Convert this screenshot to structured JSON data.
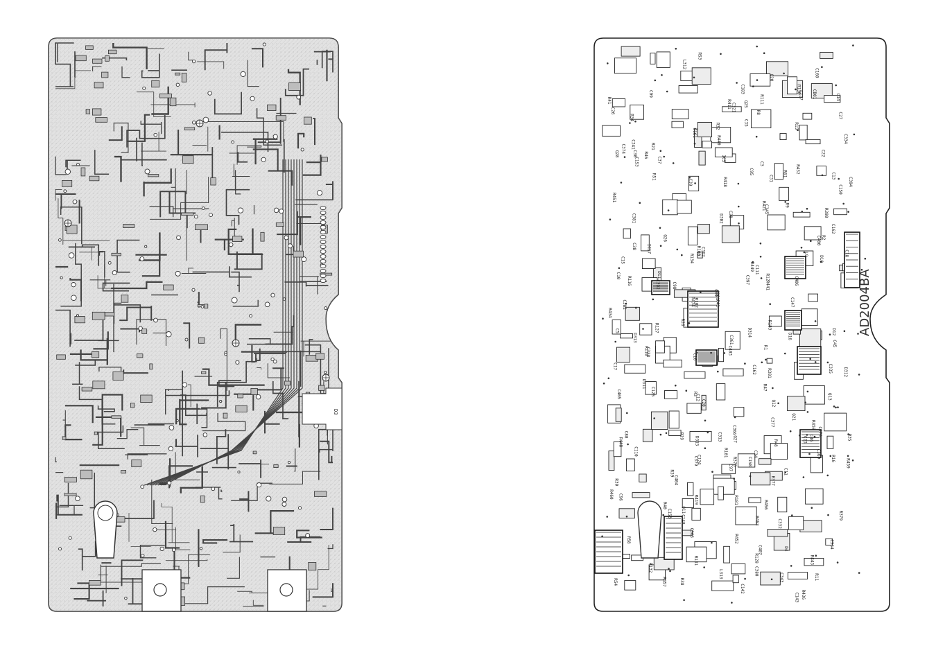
{
  "boards": {
    "copper_side": {
      "marker_label": "D3"
    },
    "component_side": {
      "board_code": "AD2004BA",
      "component_labels": [
        "C332",
        "C341",
        "C343",
        "R443",
        "C334",
        "C335",
        "C321",
        "IC17",
        "C22",
        "C88",
        "C26",
        "C27",
        "CB01",
        "C369",
        "C313",
        "C338",
        "C17",
        "R9",
        "R102",
        "R11",
        "C30",
        "R15",
        "C31",
        "R16",
        "D4",
        "C23",
        "C28",
        "C35",
        "C34",
        "R21",
        "R8",
        "C20",
        "R19",
        "C37",
        "C97",
        "R51",
        "R48",
        "C98",
        "C99",
        "R53",
        "R54",
        "C162",
        "C111",
        "C110",
        "C127",
        "R61",
        "C160",
        "R58",
        "C96",
        "C95",
        "L9",
        "D12",
        "R47",
        "Q11",
        "Q12",
        "C16",
        "Q13",
        "R1",
        "C15",
        "C14",
        "R110",
        "R116",
        "D16",
        "C142",
        "C143",
        "C145",
        "R46",
        "C41",
        "R35",
        "R26",
        "R32",
        "R34",
        "C39",
        "C38",
        "C148",
        "C158",
        "C147",
        "C150",
        "R100",
        "C11",
        "C12",
        "C10",
        "R3",
        "R2",
        "C13",
        "C18",
        "C46",
        "C161",
        "C162",
        "C183",
        "R183",
        "R181",
        "C124",
        "C125",
        "C153",
        "R111",
        "C153",
        "R30",
        "R12",
        "R127",
        "R128",
        "R130",
        "R131",
        "R132",
        "R134",
        "C382",
        "C374",
        "C377",
        "R441",
        "C380",
        "C381",
        "R440",
        "D311",
        "D312",
        "R436",
        "R434",
        "R453",
        "R451",
        "R452",
        "R474",
        "D302",
        "Q28",
        "Q27",
        "C351",
        "C376",
        "L313",
        "L312",
        "C379",
        "C361",
        "C362",
        "R458",
        "R459",
        "R460",
        "R456",
        "R457",
        "C366",
        "D313",
        "D314",
        "Q26",
        "Q25",
        "D315",
        "R411",
        "C363",
        "C364",
        "R421",
        "R432",
        "C397",
        "C394",
        "C392",
        "R381",
        "R380",
        "R379",
        "R378",
        "R377",
        "R419",
        "R418",
        "Q20",
        "Q21",
        "D10",
        "D11",
        "R101",
        "C5",
        "C3",
        "C400",
        "R38",
        "R39",
        "R40",
        "R41",
        "C44",
        "C45",
        "IC5",
        "C403",
        "C404",
        "C405",
        "C406",
        "C407",
        "R448",
        "R449"
      ]
    }
  }
}
